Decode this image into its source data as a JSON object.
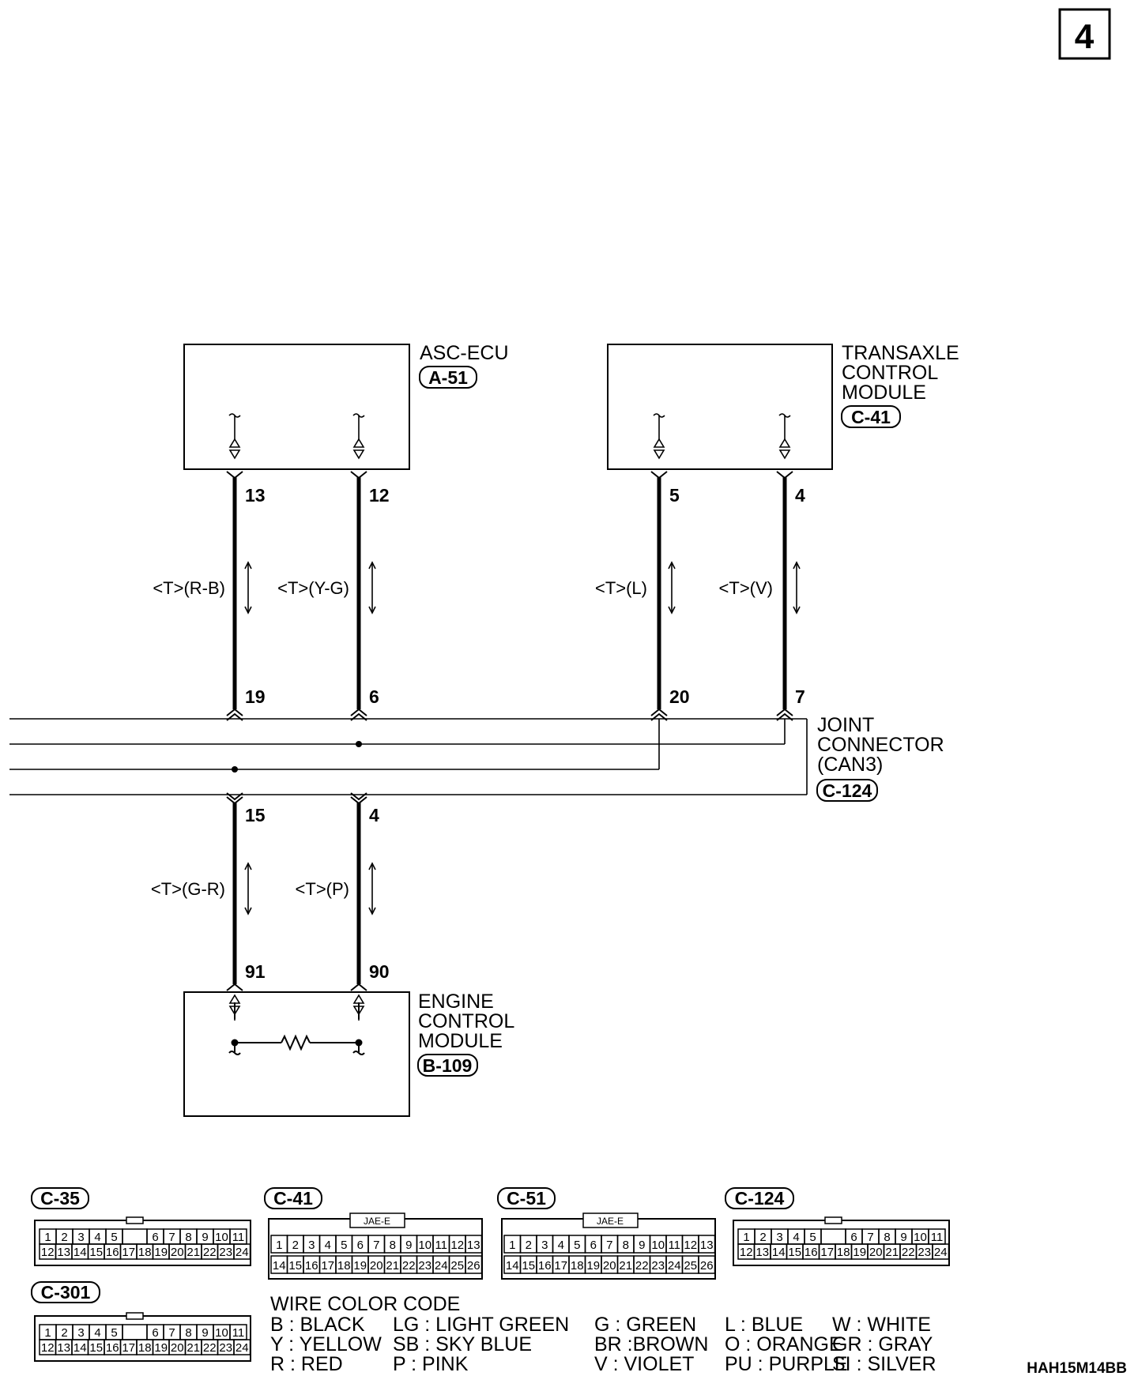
{
  "page_number": "4",
  "drawing_code": "HAH15M14BB",
  "components": {
    "asc_ecu": {
      "name": [
        "ASC-ECU"
      ],
      "connector": "A-51"
    },
    "tcm": {
      "name": [
        "TRANSAXLE",
        "CONTROL",
        "MODULE"
      ],
      "connector": "C-41"
    },
    "joint": {
      "name": [
        "JOINT",
        "CONNECTOR",
        "(CAN3)"
      ],
      "connector": "C-124"
    },
    "ecm": {
      "name": [
        "ENGINE",
        "CONTROL",
        "MODULE"
      ],
      "connector": "B-109"
    }
  },
  "wires": [
    {
      "id": "asc13",
      "top_pin": "13",
      "bottom_pin": "19",
      "label": "<T>(R-B)"
    },
    {
      "id": "asc12",
      "top_pin": "12",
      "bottom_pin": "6",
      "label": "<T>(Y-G)"
    },
    {
      "id": "tcm5",
      "top_pin": "5",
      "bottom_pin": "20",
      "label": "<T>(L)"
    },
    {
      "id": "tcm4",
      "top_pin": "4",
      "bottom_pin": "7",
      "label": "<T>(V)"
    },
    {
      "id": "ecm91",
      "top_pin": "15",
      "bottom_pin": "91",
      "label": "<T>(G-R)"
    },
    {
      "id": "ecm90",
      "top_pin": "4",
      "bottom_pin": "90",
      "label": "<T>(P)"
    }
  ],
  "connector_views": [
    {
      "id": "C-35",
      "style": "small",
      "row1": [
        "1",
        "2",
        "3",
        "4",
        "5",
        "",
        "6",
        "7",
        "8",
        "9",
        "10",
        "11"
      ],
      "row2": [
        "12",
        "13",
        "14",
        "15",
        "16",
        "17",
        "18",
        "19",
        "20",
        "21",
        "22",
        "23",
        "24"
      ]
    },
    {
      "id": "C-41",
      "style": "jae",
      "jae_label": "JAE-E",
      "row1": [
        "1",
        "2",
        "3",
        "4",
        "5",
        "6",
        "7",
        "8",
        "9",
        "10",
        "11",
        "12",
        "13"
      ],
      "row2": [
        "14",
        "15",
        "16",
        "17",
        "18",
        "19",
        "20",
        "21",
        "22",
        "23",
        "24",
        "25",
        "26"
      ]
    },
    {
      "id": "C-51",
      "style": "jae",
      "jae_label": "JAE-E",
      "row1": [
        "1",
        "2",
        "3",
        "4",
        "5",
        "6",
        "7",
        "8",
        "9",
        "10",
        "11",
        "12",
        "13"
      ],
      "row2": [
        "14",
        "15",
        "16",
        "17",
        "18",
        "19",
        "20",
        "21",
        "22",
        "23",
        "24",
        "25",
        "26"
      ]
    },
    {
      "id": "C-124",
      "style": "small",
      "row1": [
        "1",
        "2",
        "3",
        "4",
        "5",
        "",
        "6",
        "7",
        "8",
        "9",
        "10",
        "11"
      ],
      "row2": [
        "12",
        "13",
        "14",
        "15",
        "16",
        "17",
        "18",
        "19",
        "20",
        "21",
        "22",
        "23",
        "24"
      ]
    },
    {
      "id": "C-301",
      "style": "small",
      "row1": [
        "1",
        "2",
        "3",
        "4",
        "5",
        "",
        "6",
        "7",
        "8",
        "9",
        "10",
        "11"
      ],
      "row2": [
        "12",
        "13",
        "14",
        "15",
        "16",
        "17",
        "18",
        "19",
        "20",
        "21",
        "22",
        "23",
        "24"
      ]
    }
  ],
  "legend": {
    "title": "WIRE COLOR CODE",
    "rows": [
      [
        "B : BLACK",
        "LG : LIGHT GREEN",
        "G : GREEN",
        "L : BLUE",
        "W : WHITE"
      ],
      [
        "Y : YELLOW",
        "SB : SKY BLUE",
        "BR :BROWN",
        "O : ORANGE",
        "GR : GRAY"
      ],
      [
        "R : RED",
        "P : PINK",
        "V : VIOLET",
        "PU : PURPLE",
        "SI : SILVER"
      ]
    ]
  }
}
